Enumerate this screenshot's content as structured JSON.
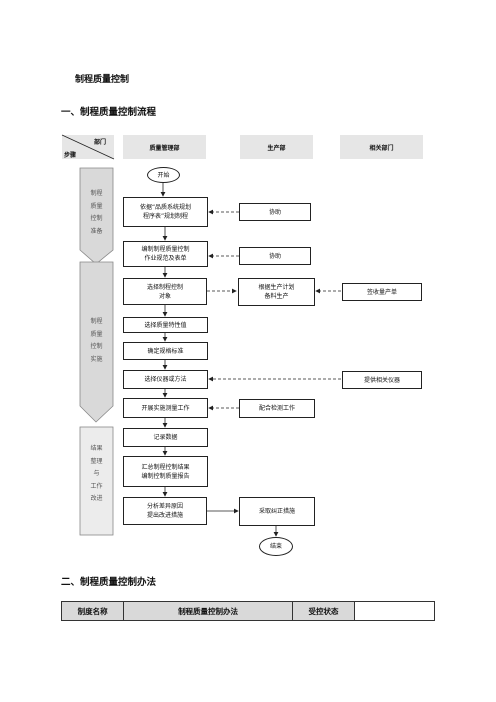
{
  "doc_title": "制程质量控制",
  "section1_title": "一、制程质量控制流程",
  "section2_title": "二、制程质量控制办法",
  "flow": {
    "header": {
      "corner_dept": "部门",
      "corner_step": "步骤",
      "col_quality": "质量管理部",
      "col_production": "生产部",
      "col_related": "相关部门"
    },
    "stages": {
      "prep": "制程\n质量\n控制\n准备",
      "impl": "制程\n质量\n控制\n实施",
      "summary": "结果\n整理\n与\n工作\n改进"
    },
    "nodes": {
      "start": "开始",
      "plan": "依据“品质系统规划\n程序表”规划制程",
      "assist1": "协助",
      "compile": "编制制程质量控制\n作业规范及表单",
      "assist2": "协助",
      "select_obj": "选择制程控制\n对象",
      "prod_plan": "根据生产计划\n备料生产",
      "sign": "签收量产单",
      "select_char": "选择质量特性值",
      "set_std": "确定规格标准",
      "select_instr": "选择仪器或方法",
      "provide_instr": "提供相关仪器",
      "measure": "开展实施测量工作",
      "cooperate": "配合检测工作",
      "record": "记录数据",
      "summarize": "汇总制程控制结果\n编制控制质量报告",
      "analyze": "分析差异原因\n提出改进措施",
      "correct": "采取纠正措施",
      "end": "结束"
    }
  },
  "rules_table": {
    "name_label": "制度名称",
    "name_value": "制程质量控制办法",
    "status_label": "受控状态",
    "status_value": ""
  }
}
